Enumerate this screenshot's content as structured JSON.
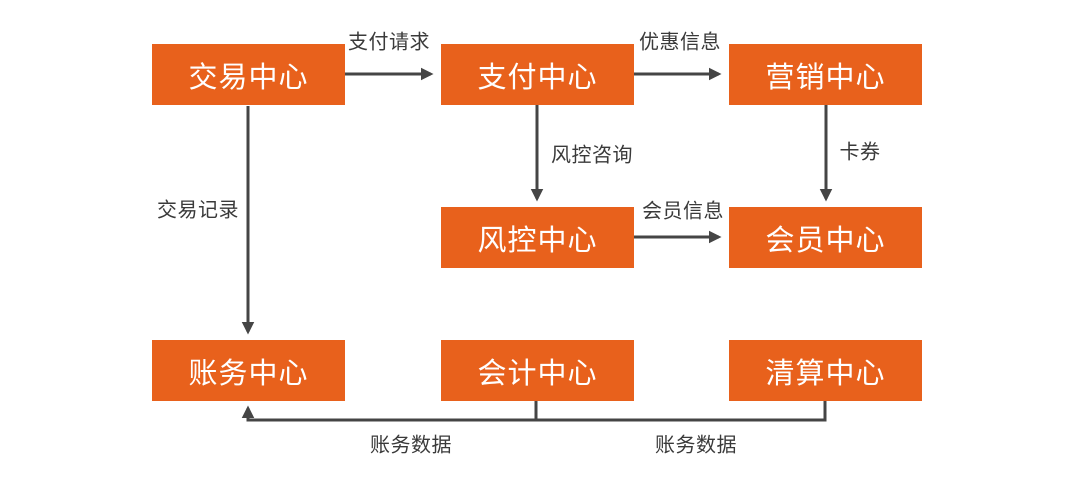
{
  "page": {
    "background": "#ffffff"
  },
  "diagram": {
    "colors": {
      "node_fill": "#E8611C",
      "node_text": "#ffffff",
      "line": "#454545",
      "label_text": "#3a3a3a"
    },
    "nodes": [
      {
        "id": "trade-center",
        "label": "交易中心"
      },
      {
        "id": "payment-center",
        "label": "支付中心"
      },
      {
        "id": "marketing-center",
        "label": "营销中心"
      },
      {
        "id": "risk-center",
        "label": "风控中心"
      },
      {
        "id": "member-center",
        "label": "会员中心"
      },
      {
        "id": "billing-center",
        "label": "账务中心"
      },
      {
        "id": "accounting-center",
        "label": "会计中心"
      },
      {
        "id": "clearing-center",
        "label": "清算中心"
      }
    ],
    "edges": [
      {
        "id": "pay-request",
        "from": "trade-center",
        "to": "payment-center",
        "label": "支付请求"
      },
      {
        "id": "discount-info",
        "from": "payment-center",
        "to": "marketing-center",
        "label": "优惠信息"
      },
      {
        "id": "risk-consult",
        "from": "payment-center",
        "to": "risk-center",
        "label": "风控咨询"
      },
      {
        "id": "card-coupon",
        "from": "marketing-center",
        "to": "member-center",
        "label": "卡券"
      },
      {
        "id": "member-info",
        "from": "risk-center",
        "to": "member-center",
        "label": "会员信息"
      },
      {
        "id": "trade-record",
        "from": "trade-center",
        "to": "billing-center",
        "label": "交易记录"
      },
      {
        "id": "billing-data-left",
        "from": "accounting-center",
        "to": "billing-center",
        "label": "账务数据"
      },
      {
        "id": "billing-data-right",
        "from": "clearing-center",
        "to": "billing-center",
        "label": "账务数据"
      }
    ]
  }
}
